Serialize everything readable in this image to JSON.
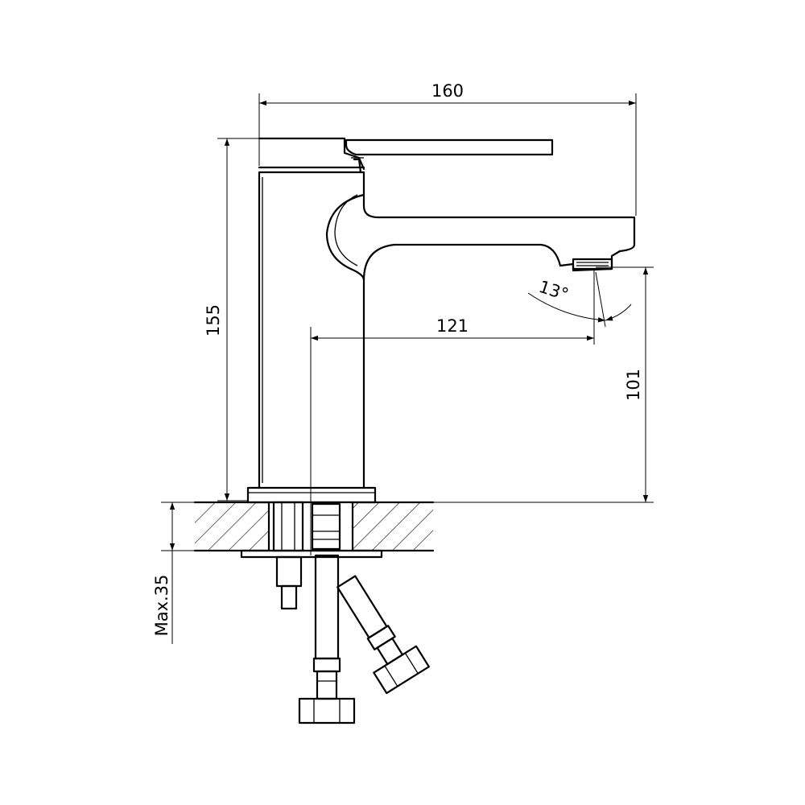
{
  "dimensions": {
    "width_total": "160",
    "height_total": "155",
    "spout_reach": "121",
    "spout_height": "101",
    "angle": "13°",
    "max_deck": "Max.35"
  }
}
